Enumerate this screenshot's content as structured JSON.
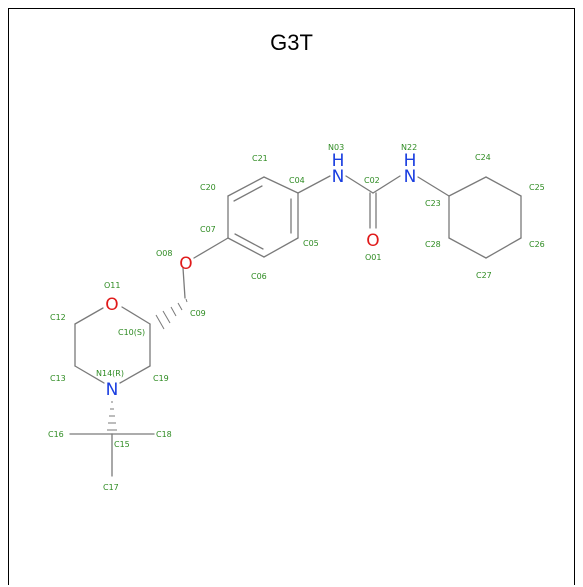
{
  "title": "G3T",
  "colors": {
    "bond": "#7a7a7a",
    "label": "#2e8b22",
    "nitrogen": "#1a3ee0",
    "oxygen": "#e01a1a",
    "background": "#ffffff"
  },
  "heteroatoms": [
    {
      "id": "N03",
      "symbol": "H\nN",
      "color": "nitrogen"
    },
    {
      "id": "N22",
      "symbol": "H\nN",
      "color": "nitrogen"
    },
    {
      "id": "O01",
      "symbol": "O",
      "color": "oxygen"
    },
    {
      "id": "O08",
      "symbol": "O",
      "color": "oxygen"
    },
    {
      "id": "O11",
      "symbol": "O",
      "color": "oxygen"
    },
    {
      "id": "N14",
      "symbol": "N",
      "color": "nitrogen"
    }
  ],
  "atom_labels": {
    "N03": "N03",
    "C02": "C02",
    "N22": "N22",
    "C24": "C24",
    "C21": "C21",
    "C20": "C20",
    "C04": "C04",
    "C25": "C25",
    "C23": "C23",
    "C07": "C07",
    "C05": "C05",
    "O01": "O01",
    "C28": "C28",
    "C26": "C26",
    "O08": "O08",
    "C06": "C06",
    "C27": "C27",
    "O11": "O11",
    "C12": "C12",
    "C09": "C09",
    "C10": "C10(S)",
    "C13": "C13",
    "N14": "N14(R)",
    "C19": "C19",
    "C16": "C16",
    "C15": "C15",
    "C18": "C18",
    "C17": "C17"
  }
}
